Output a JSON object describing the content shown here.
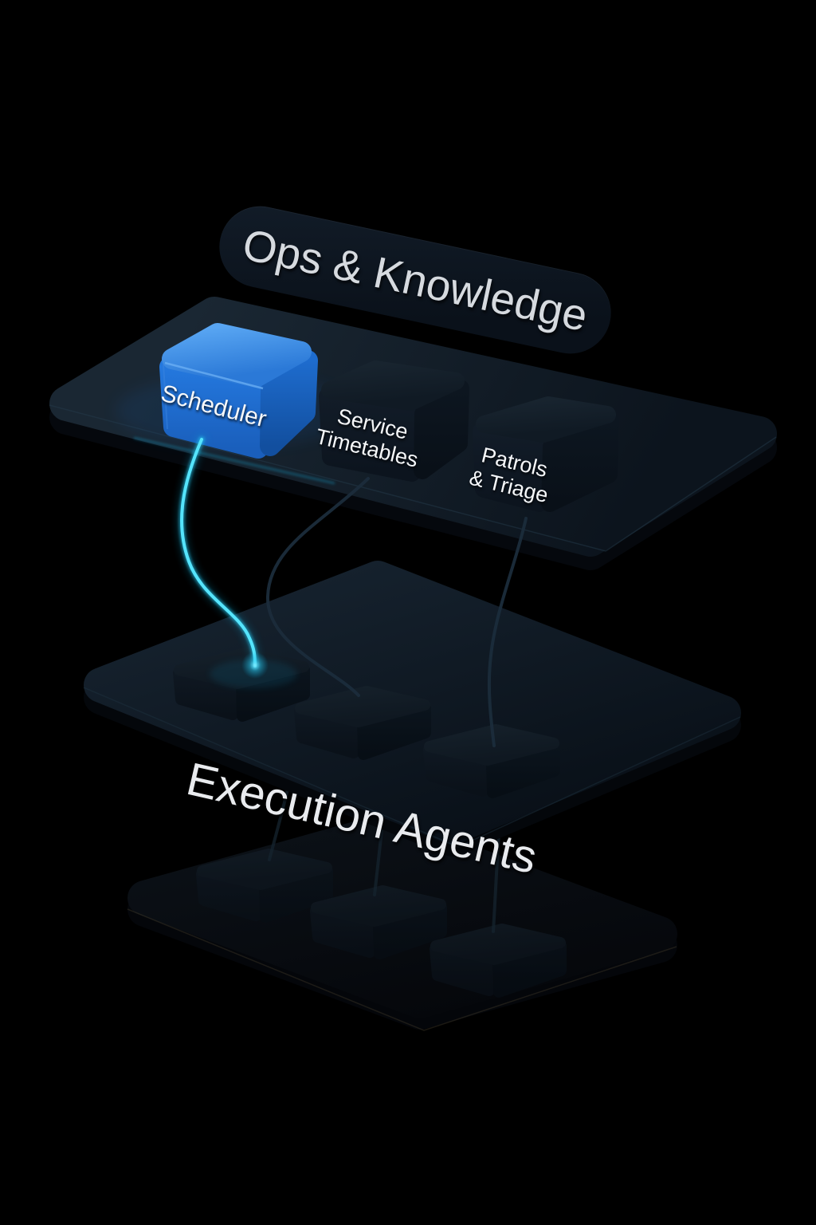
{
  "scene": {
    "background": "#000000",
    "top_layer": {
      "title": "Ops & Knowledge",
      "boxes": [
        {
          "id": "scheduler",
          "lines": [
            "Scheduler"
          ],
          "highlight": true
        },
        {
          "id": "service-timetables",
          "lines": [
            "Service",
            "Timetables"
          ],
          "highlight": false
        },
        {
          "id": "patrols-triage",
          "lines": [
            "Patrols",
            "& Triage"
          ],
          "highlight": false
        }
      ]
    },
    "agents_layer": {
      "title": "Execution Agents",
      "unlabeled_box_count": 3
    },
    "ghost_layer": {
      "unlabeled_box_count": 3
    },
    "connections": {
      "highlighted": {
        "from": "scheduler",
        "to": "agent-box-1",
        "color": "#55e4fc"
      },
      "dark": [
        {
          "from": "service-timetables",
          "to": "agent-box-2"
        },
        {
          "from": "patrols-triage",
          "to": "agent-box-3"
        },
        {
          "from": "agent-box-1",
          "to": "ghost-box-1"
        },
        {
          "from": "agent-box-2",
          "to": "ghost-box-2"
        },
        {
          "from": "agent-box-3",
          "to": "ghost-box-3"
        }
      ]
    },
    "colors": {
      "accent_blue": "#2b7ad8",
      "cable_cyan": "#55e4fc",
      "platform": "#131e29",
      "text_primary": "#f5f7f9",
      "text_title": "#d6dadf"
    }
  }
}
